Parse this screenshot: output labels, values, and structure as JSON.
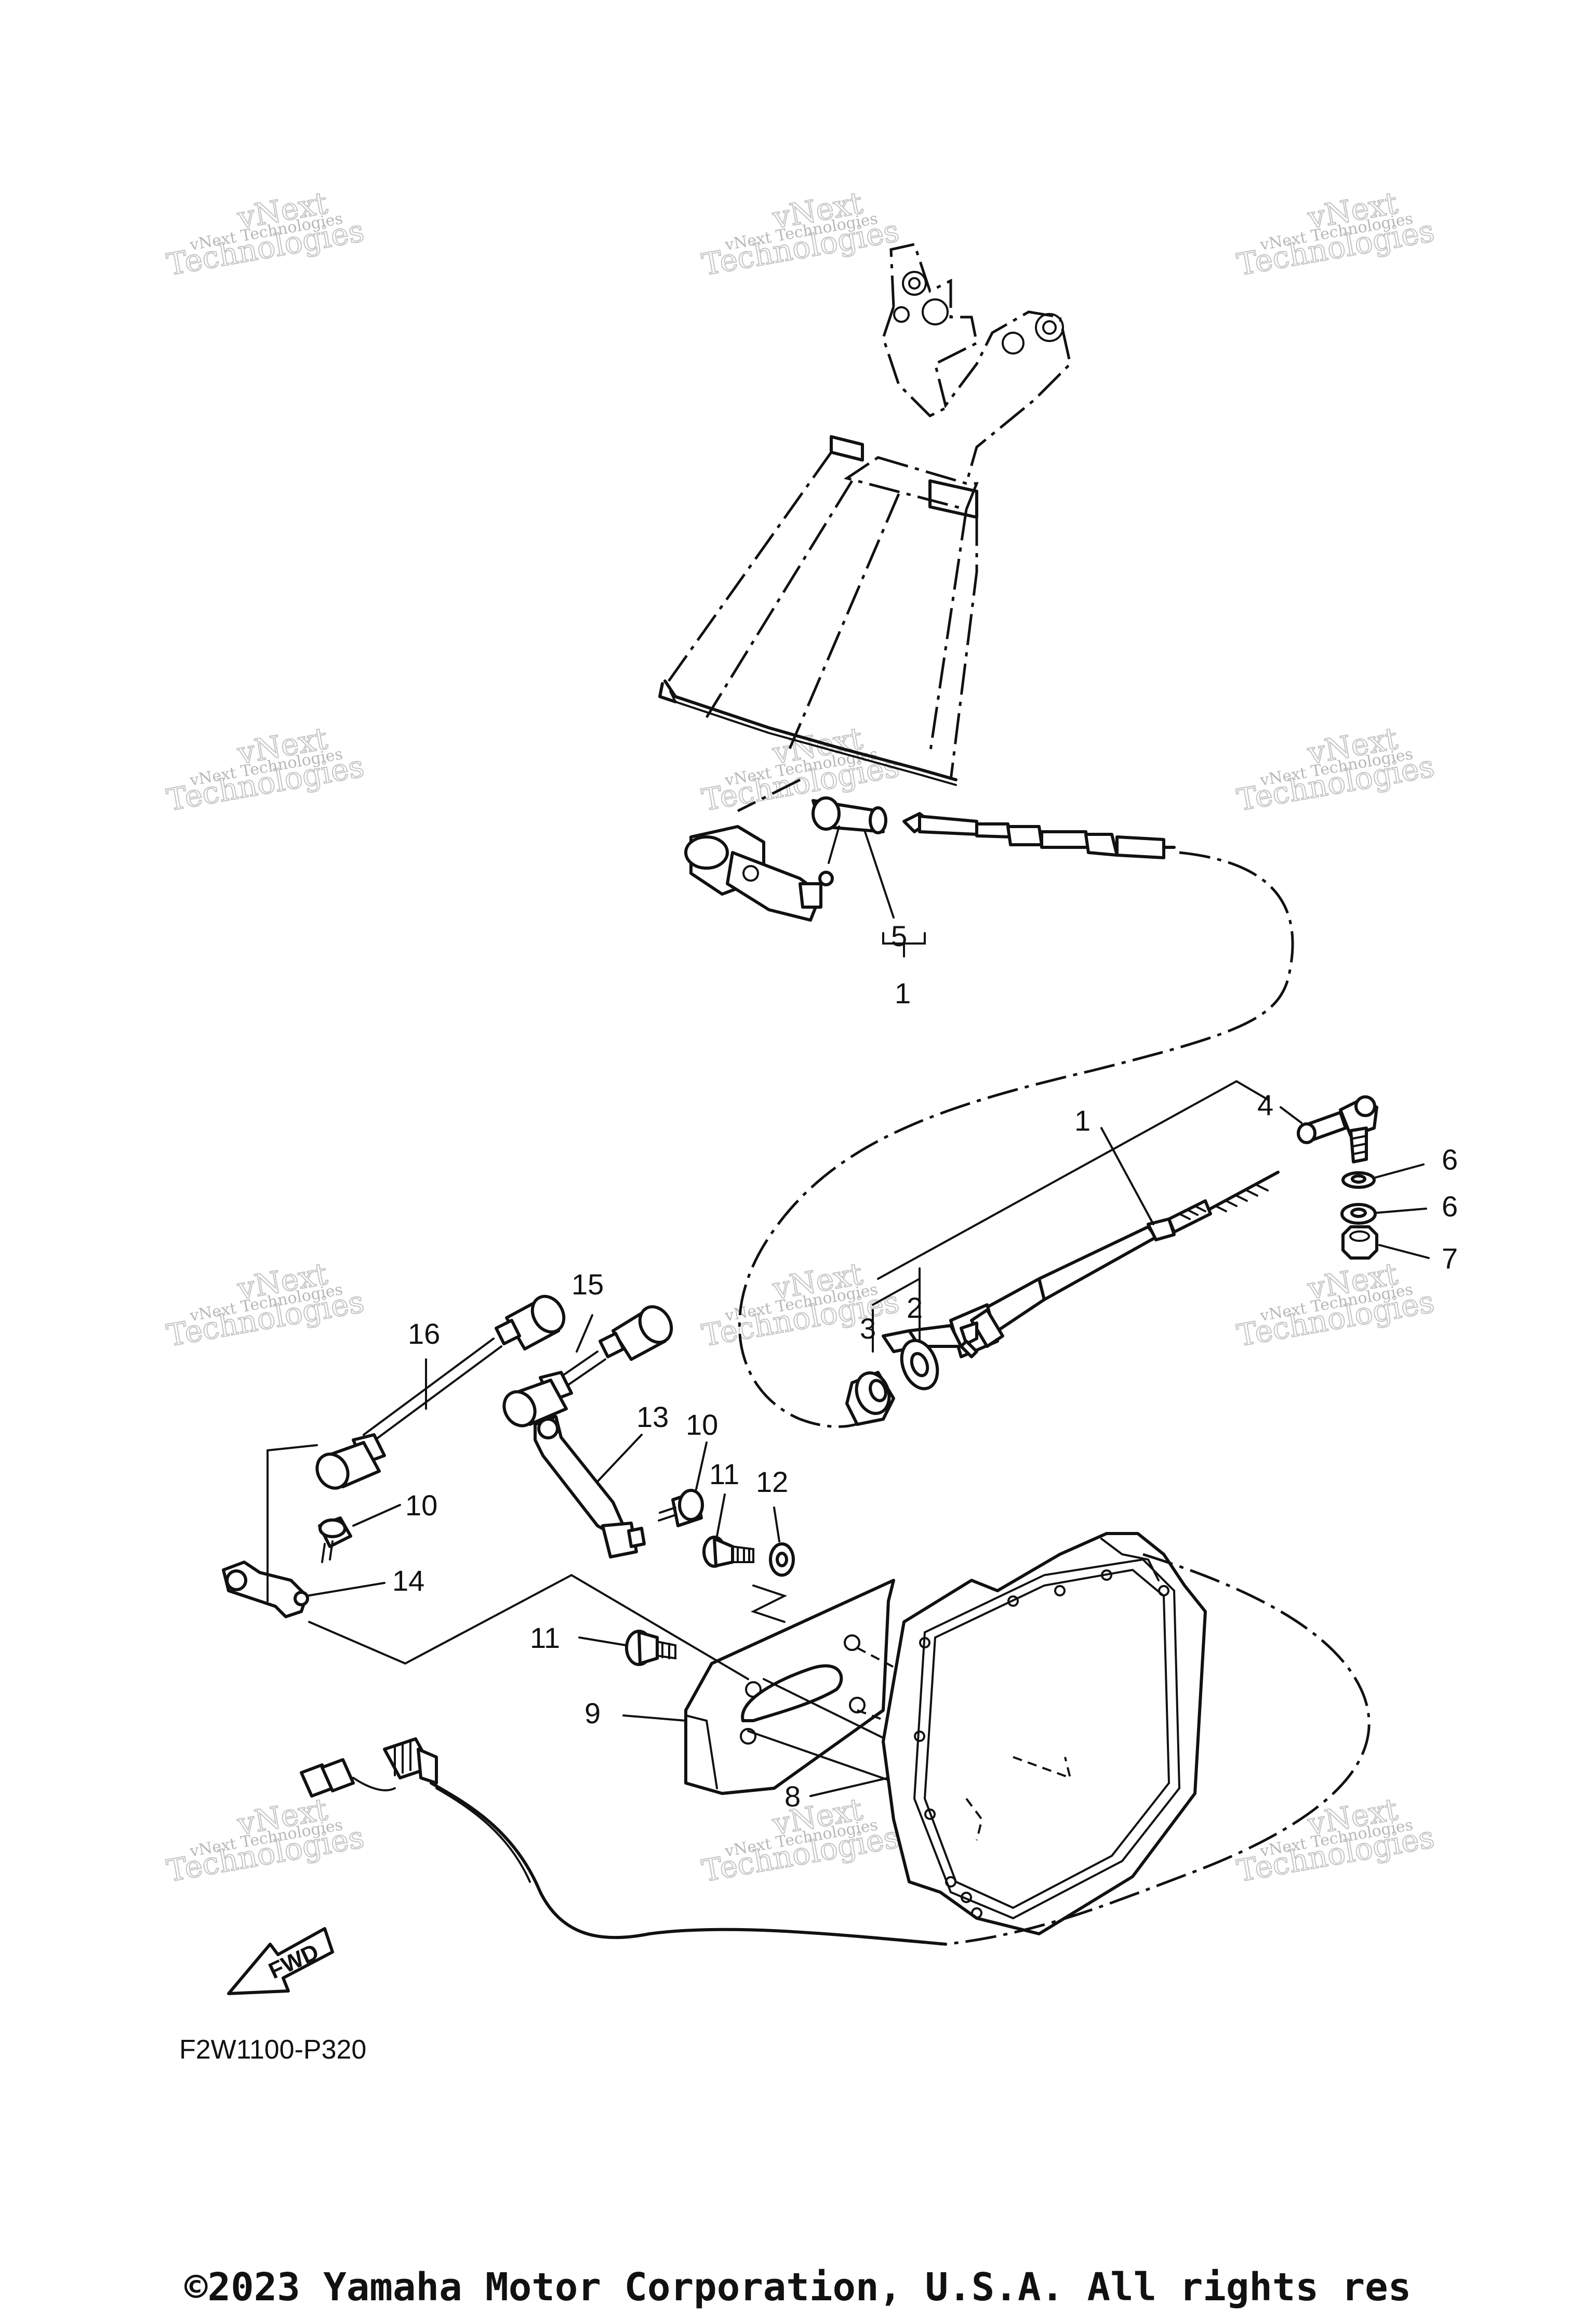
{
  "diagram": {
    "figure_code": "F2W1100-P320",
    "copyright": "©2023 Yamaha Motor Corporation, U.S.A. All rights res",
    "fwd_label": "FWD",
    "watermark": {
      "line1": "vNext Technologies",
      "line2": "Technologies",
      "line3": "vNext"
    },
    "callouts": {
      "c1_top": "1",
      "c1_mid": "1",
      "c2": "2",
      "c3": "3",
      "c4": "4",
      "c5": "5",
      "c6_a": "6",
      "c6_b": "6",
      "c7": "7",
      "c8": "8",
      "c9": "9",
      "c10_a": "10",
      "c10_b": "10",
      "c11_a": "11",
      "c11_b": "11",
      "c12": "12",
      "c13": "13",
      "c14": "14",
      "c15": "15",
      "c16": "16"
    }
  }
}
